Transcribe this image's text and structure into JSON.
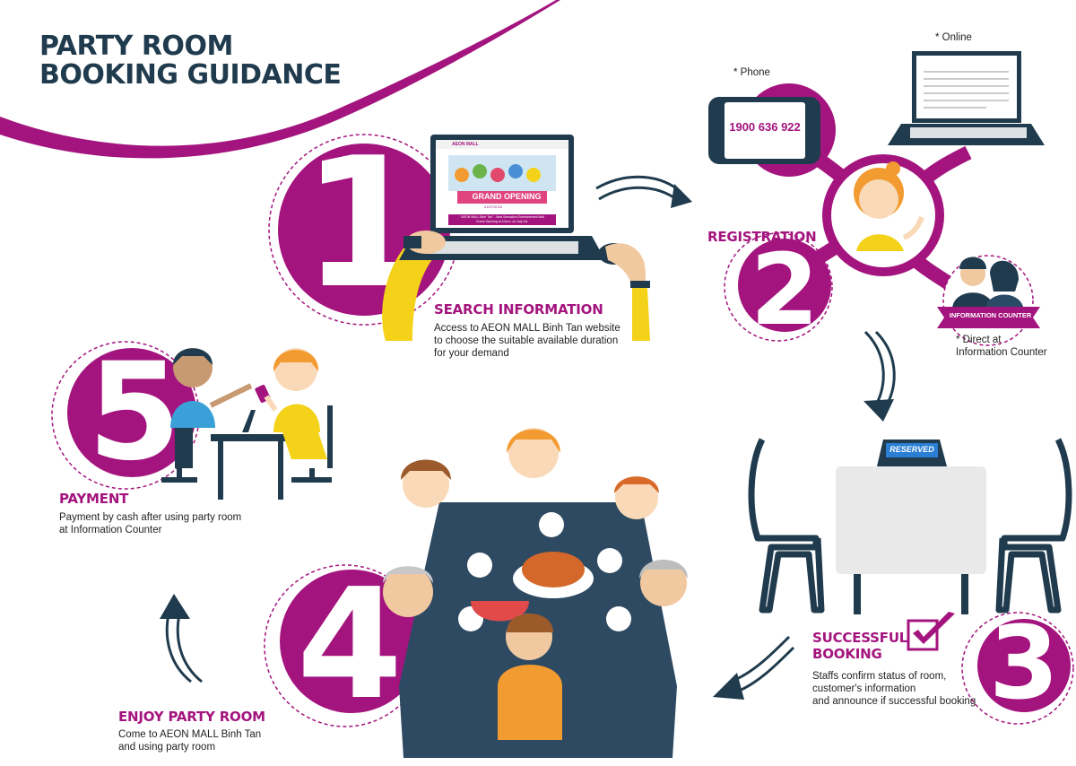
{
  "title": {
    "line1": "PARTY ROOM",
    "line2": "BOOKING GUIDANCE"
  },
  "colors": {
    "brand": "#a4147e",
    "navy": "#1f3b4d",
    "accent": "#f4d21a"
  },
  "steps": [
    {
      "number": "1",
      "heading": "SEARCH INFORMATION",
      "description": [
        "Access to AEON MALL Binh Tan website",
        "to choose the suitable available duration",
        "for your demand"
      ]
    },
    {
      "number": "2",
      "heading": "REGISTRATION"
    },
    {
      "number": "3",
      "heading": [
        "SUCCESSFUL",
        "BOOKING"
      ],
      "description": [
        "Staffs confirm status of room,",
        "customer's information",
        "and announce if successful booking"
      ]
    },
    {
      "number": "4",
      "heading": "ENJOY PARTY ROOM",
      "description": [
        "Come to AEON MALL Binh Tan",
        "and using party room"
      ]
    },
    {
      "number": "5",
      "heading": "PAYMENT",
      "description": [
        "Payment by cash after using party room",
        "at Information Counter"
      ]
    }
  ],
  "registration": {
    "phone_label": "* Phone",
    "phone_number": "1900 636 922",
    "online_label": "* Online",
    "counter_banner": "INFORMATION COUNTER",
    "counter_note": [
      "* Direct at",
      "Information Counter"
    ]
  },
  "website": {
    "brand": "AEON MALL",
    "banner": "GRAND OPENING",
    "date": "01/07/2016",
    "caption": [
      "\"AEON MALL Binh Tan\" - New Sensation Entertainment Mall",
      "Grand Opening at 10a.m. on July 1st."
    ]
  },
  "reserved_sign": "RESERVED"
}
